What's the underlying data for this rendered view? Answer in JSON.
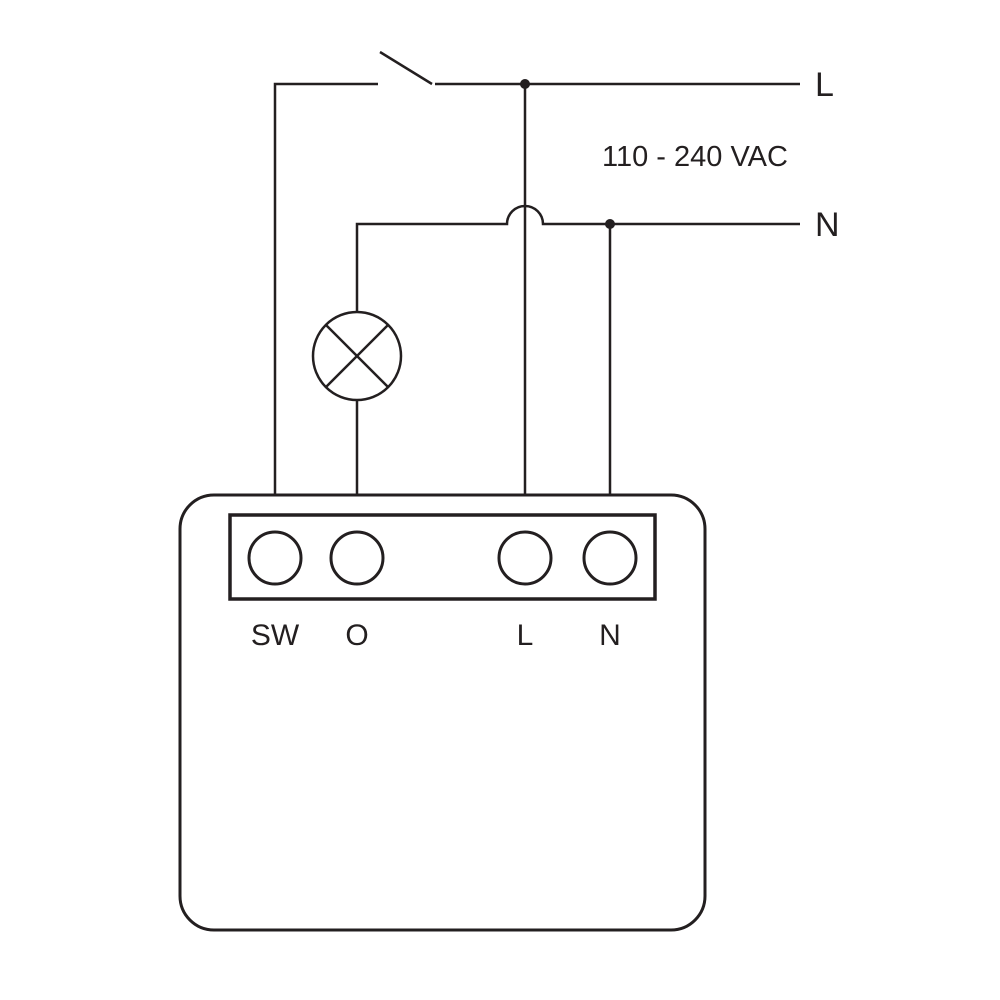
{
  "lines": {
    "live_label": "L",
    "neutral_label": "N",
    "voltage": "110 - 240 VAC"
  },
  "device": {
    "terminals": [
      {
        "id": "sw",
        "label": "SW"
      },
      {
        "id": "o",
        "label": "O"
      },
      {
        "id": "l",
        "label": "L"
      },
      {
        "id": "n",
        "label": "N"
      }
    ]
  },
  "colors": {
    "line": "#231f20",
    "background": "#ffffff"
  }
}
